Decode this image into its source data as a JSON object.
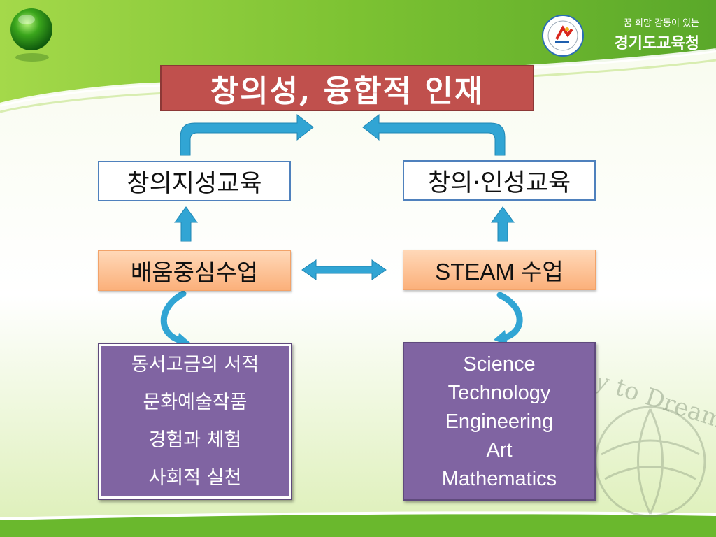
{
  "header": {
    "logo_small_text": "꿈 희망 감동이 있는",
    "logo_org_name": "경기도교육청"
  },
  "watermark": {
    "text": "y to Dream"
  },
  "diagram": {
    "top_label": "창의성, 융합적 인재",
    "left_mid_label": "창의지성교육",
    "right_mid_label": "창의·인성교육",
    "left_class_label": "배움중심수업",
    "right_class_label": "STEAM 수업",
    "left_list": [
      "동서고금의 서적",
      "문화예술작품",
      "경험과 체험",
      "사회적 실천"
    ],
    "right_list": [
      "Science",
      "Technology",
      "Engineering",
      "Art",
      "Mathematics"
    ]
  },
  "colors": {
    "top_box": "#c0504d",
    "white_box_border": "#4f81bd",
    "peach_box": "#fbb07a",
    "purple_box": "#8064a2",
    "arrow": "#31a5d4",
    "green": "#6ab82d"
  }
}
